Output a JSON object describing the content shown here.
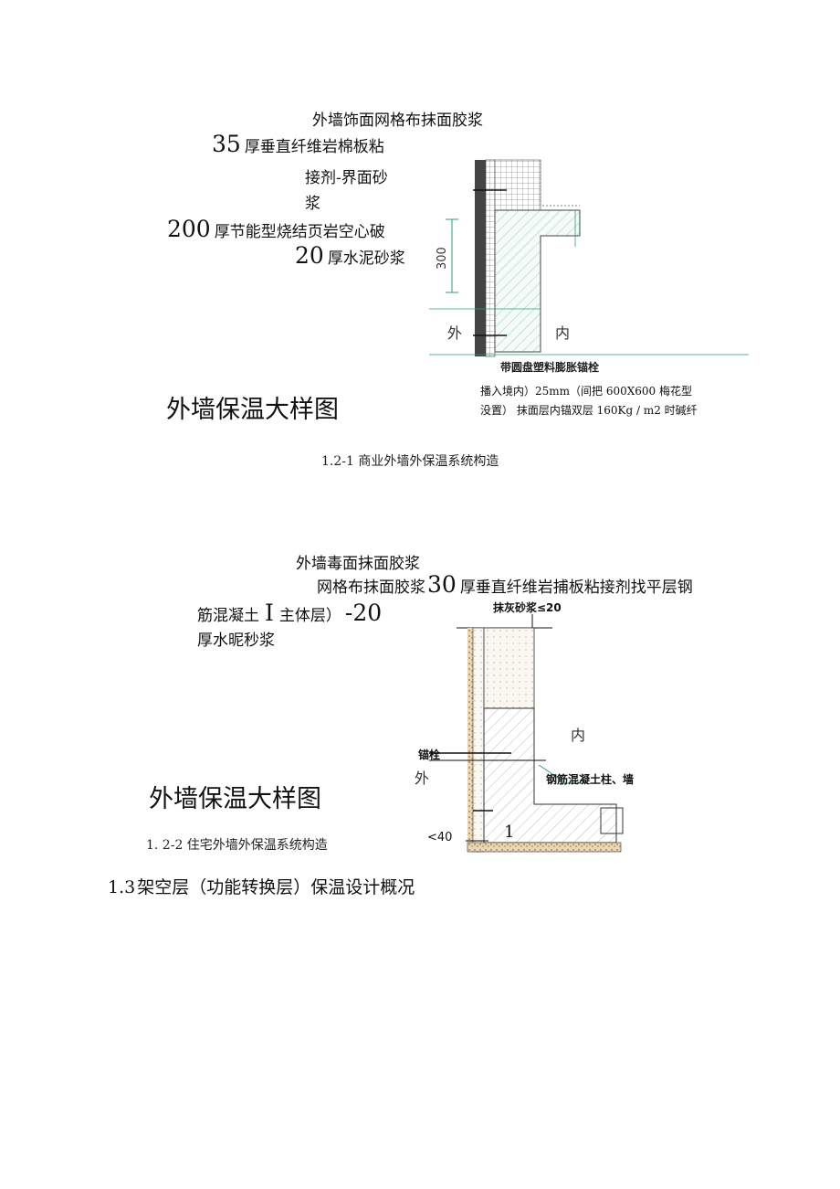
{
  "section1": {
    "label_line1": "外墙饰面网格布抹面胶浆",
    "label_line2_num": "35",
    "label_line2_text": "厚垂直纤维岩棉板粘",
    "label_line3": "接剂-界面砂",
    "label_line4": "浆",
    "label_line5_num": "200",
    "label_line5_text": "厚节能型烧结页岩空心破",
    "label_line6_num": "20",
    "label_line6_text": "厚水泥砂浆",
    "dim_300": "300",
    "outside": "外",
    "inside": "内",
    "anchor_label": "带圆盘塑料膨胀锚栓",
    "note_line1": "播入境内）25mm（间把 600X600 梅花型",
    "note_line2": "没置） 抹面层内锚双层 160Kg / m2 时碱纤",
    "title": "外墙保温大样图",
    "caption": "1.2-1 商业外墙外保温系统构造"
  },
  "section2": {
    "label_line1": "外墙毒面抹面胶浆",
    "label_line2_a": "网格布抹面胶浆",
    "label_line2_num": "30",
    "label_line2_b": "厚垂直纤维岩捕板粘接剂找平层钢",
    "label_line3_a": "筋混凝土",
    "label_line3_b": "I",
    "label_line3_c": "主体层）",
    "label_line3_d": "-20",
    "label_line4": "厚水昵秒浆",
    "plaster_label": "抹灰砂浆≤20",
    "inside": "内",
    "anchor": "锚栓",
    "outside": "外",
    "rc_label": "钢筋混凝土柱、墙",
    "dim_40": "<40",
    "dim_1": "1",
    "title": "外墙保温大样图",
    "caption": "1.  2-2 住宅外墙外保温系统构造"
  },
  "heading": {
    "number": "1.3",
    "text": "架空层（功能转换层）保温设计概况"
  }
}
